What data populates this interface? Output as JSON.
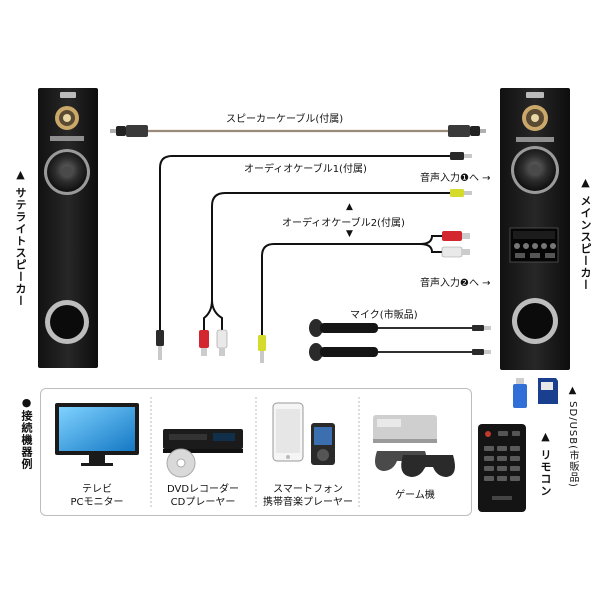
{
  "labels": {
    "speaker_cable": "スピーカーケーブル(付属)",
    "audio_cable_1": "オーディオケーブル1(付属)",
    "audio_cable_2": "オーディオケーブル2(付属)",
    "audio_input_1": "音声入力❶へ →",
    "audio_input_2": "音声入力❷へ →",
    "mic": "マイク(市販品)",
    "satellite_speaker": "▲ サテライトスピーカー",
    "main_speaker": "▲ メインスピーカー",
    "connection_examples": "●接続機器例",
    "sd_usb": "▲ SD/USB(市販品)",
    "remote": "▲ リモコン",
    "arrow_up": "▲",
    "arrow_down": "▼"
  },
  "devices": [
    {
      "line1": "テレビ",
      "line2": "PCモニター"
    },
    {
      "line1": "DVDレコーダー",
      "line2": "CDプレーヤー"
    },
    {
      "line1": "スマートフォン",
      "line2": "携帯音楽プレーヤー"
    },
    {
      "line1": "ゲーム機",
      "line2": ""
    }
  ],
  "colors": {
    "speaker_body": "#1b1b1b",
    "rca_red": "#d3262e",
    "rca_white": "#e9e9e9",
    "rca_yellow": "#d4db2a",
    "cable_gray": "#9a8a7a",
    "cable_black": "#111111",
    "usb_blue": "#2f6fd6",
    "screen_blue": "#1e9be0"
  },
  "icons": [
    "speaker-icon",
    "tv-icon",
    "dvd-player-icon",
    "smartphone-icon",
    "game-console-icon",
    "microphone-icon",
    "remote-icon",
    "usb-stick-icon",
    "sd-card-icon"
  ]
}
